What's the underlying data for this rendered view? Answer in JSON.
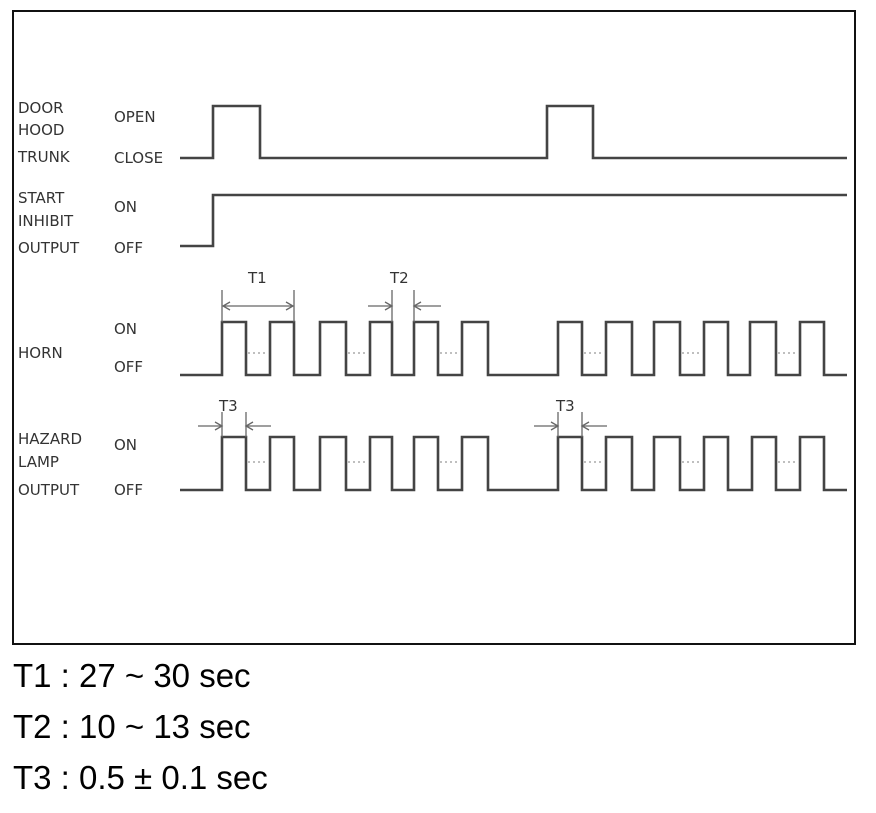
{
  "signals": {
    "door": {
      "name_lines": [
        "DOOR",
        "HOOD",
        "TRUNK"
      ],
      "high_label": "OPEN",
      "low_label": "CLOSE",
      "waveform": [
        [
          0,
          0
        ],
        [
          33,
          1
        ],
        [
          80,
          0
        ],
        [
          367,
          1
        ],
        [
          413,
          0
        ]
      ]
    },
    "inhibit": {
      "name_lines": [
        "START",
        "INHIBIT",
        "OUTPUT"
      ],
      "high_label": "ON",
      "low_label": "OFF",
      "waveform": [
        [
          0,
          0
        ],
        [
          33,
          1
        ]
      ]
    },
    "horn": {
      "name_lines": [
        "HORN"
      ],
      "high_label": "ON",
      "low_label": "OFF"
    },
    "hazard": {
      "name_lines": [
        "HAZARD",
        "LAMP",
        "OUTPUT"
      ],
      "high_label": "ON",
      "low_label": "OFF"
    }
  },
  "dimensions": {
    "t1": "T1",
    "t2": "T2",
    "t3_first": "T3",
    "t3_second": "T3"
  },
  "legend": [
    "T1 : 27 ~ 30 sec",
    "T2 : 10 ~ 13 sec",
    "T3 : 0.5 ± 0.1 sec"
  ]
}
